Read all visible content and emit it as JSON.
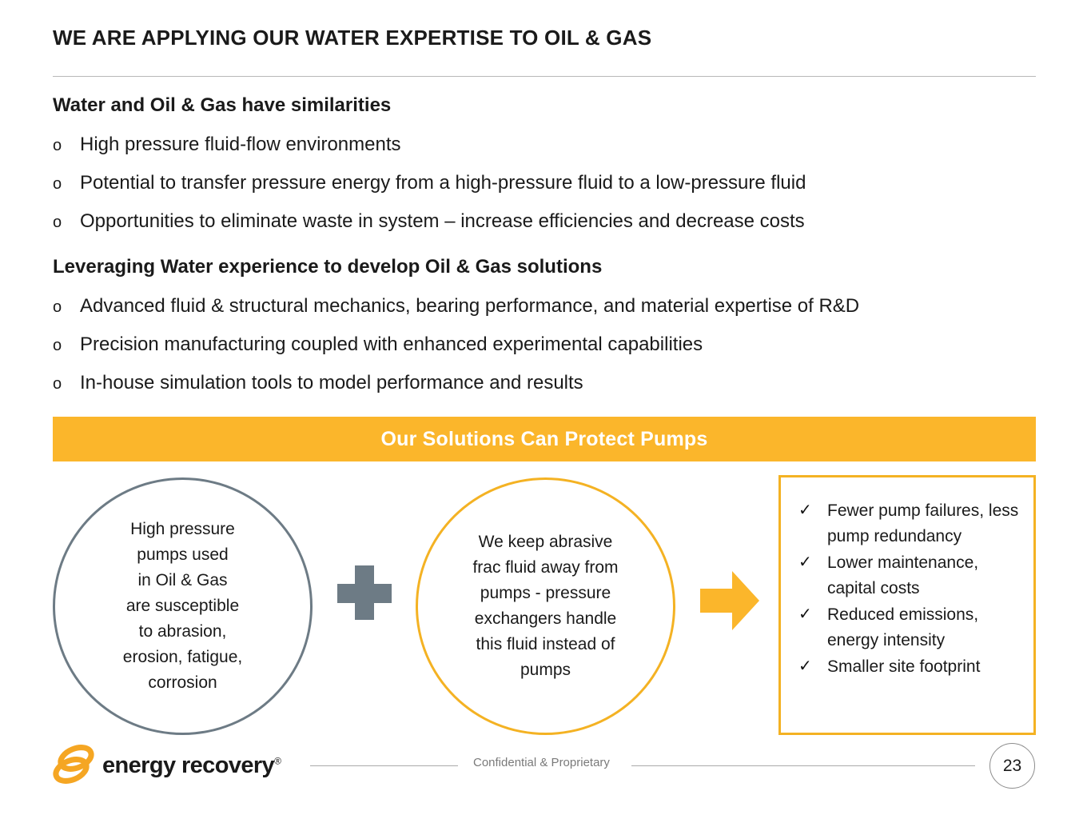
{
  "slide": {
    "title": "WE ARE APPLYING OUR WATER EXPERTISE TO OIL & GAS",
    "page_number": "23",
    "accent_orange": "#FBB62B",
    "accent_gray": "#6D7B85"
  },
  "sections": [
    {
      "heading": "Water and Oil & Gas have similarities",
      "marker": "o",
      "bullets": [
        "High pressure fluid-flow environments",
        "Potential to transfer pressure energy from a high-pressure fluid to a low-pressure fluid",
        "Opportunities to eliminate waste in system – increase efficiencies and decrease costs"
      ]
    },
    {
      "heading": "Leveraging Water experience to develop Oil & Gas solutions",
      "marker": "o",
      "bullets": [
        "Advanced fluid & structural mechanics, bearing performance, and material expertise of R&D",
        "Precision manufacturing coupled with enhanced experimental capabilities",
        "In-house simulation tools to model performance and results"
      ]
    }
  ],
  "banner": {
    "text": "Our Solutions Can Protect Pumps"
  },
  "diagram": {
    "problem_circle": {
      "lines": [
        "High pressure",
        "pumps used",
        "in Oil & Gas",
        "are susceptible",
        "to abrasion,",
        "erosion, fatigue,",
        "corrosion"
      ]
    },
    "plus_symbol": "+",
    "solution_circle": {
      "lines": [
        "We keep abrasive",
        "frac fluid away from",
        "pumps - pressure",
        "exchangers handle",
        "this fluid instead of",
        "pumps"
      ]
    },
    "arrow_symbol": "right-arrow",
    "benefits": {
      "check_glyph": "✓",
      "items": [
        "Fewer pump failures, less pump redundancy",
        "Lower maintenance, capital costs",
        "Reduced emissions, energy intensity",
        "Smaller site footprint"
      ]
    }
  },
  "footer": {
    "logo_text": "energy recovery",
    "logo_registered": "®",
    "note": "Confidential & Proprietary"
  }
}
